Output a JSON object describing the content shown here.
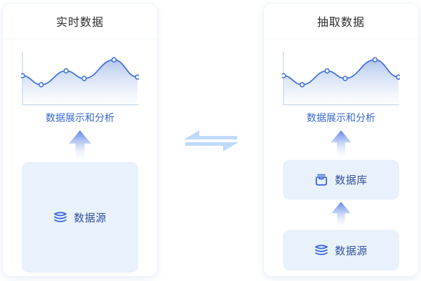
{
  "left_panel": {
    "title": "实时数据",
    "chart_caption": "数据展示和分析",
    "source_label": "数据源"
  },
  "right_panel": {
    "title": "抽取数据",
    "chart_caption": "数据展示和分析",
    "db_label": "数据库",
    "source_label": "数据源"
  },
  "icons": {
    "left_source": "layers-icon",
    "right_db": "archive-box-icon",
    "right_source": "layers-icon",
    "middle": "swap-arrows-icon",
    "flow": "up-arrow-icon"
  },
  "colors": {
    "line": "#4273D9",
    "axis": "#C5D2EA",
    "area_top": "#7499DE",
    "caption": "#3468D1",
    "box_bg": "#E9F1FC",
    "box_text": "#33519E",
    "icon_blue": "#3A66D9",
    "title": "#2E2E2E",
    "arrow_top": "#5C80E6",
    "exchange": "#BEDAFA",
    "panel_border": "#EDF2F9"
  },
  "chart_data": {
    "type": "line",
    "title": "",
    "xlabel": "",
    "ylabel": "",
    "smooth": true,
    "markers": "circle",
    "grid": false,
    "x_axis": true,
    "y_axis": true,
    "baseline": 78,
    "points": [
      [
        2,
        36
      ],
      [
        29,
        49
      ],
      [
        65,
        29
      ],
      [
        91,
        40
      ],
      [
        134,
        13
      ],
      [
        168,
        38
      ]
    ],
    "note": "decorative sparkline rendered identically in both panels; y inverted (SVG coords, 78 = axis baseline)"
  }
}
